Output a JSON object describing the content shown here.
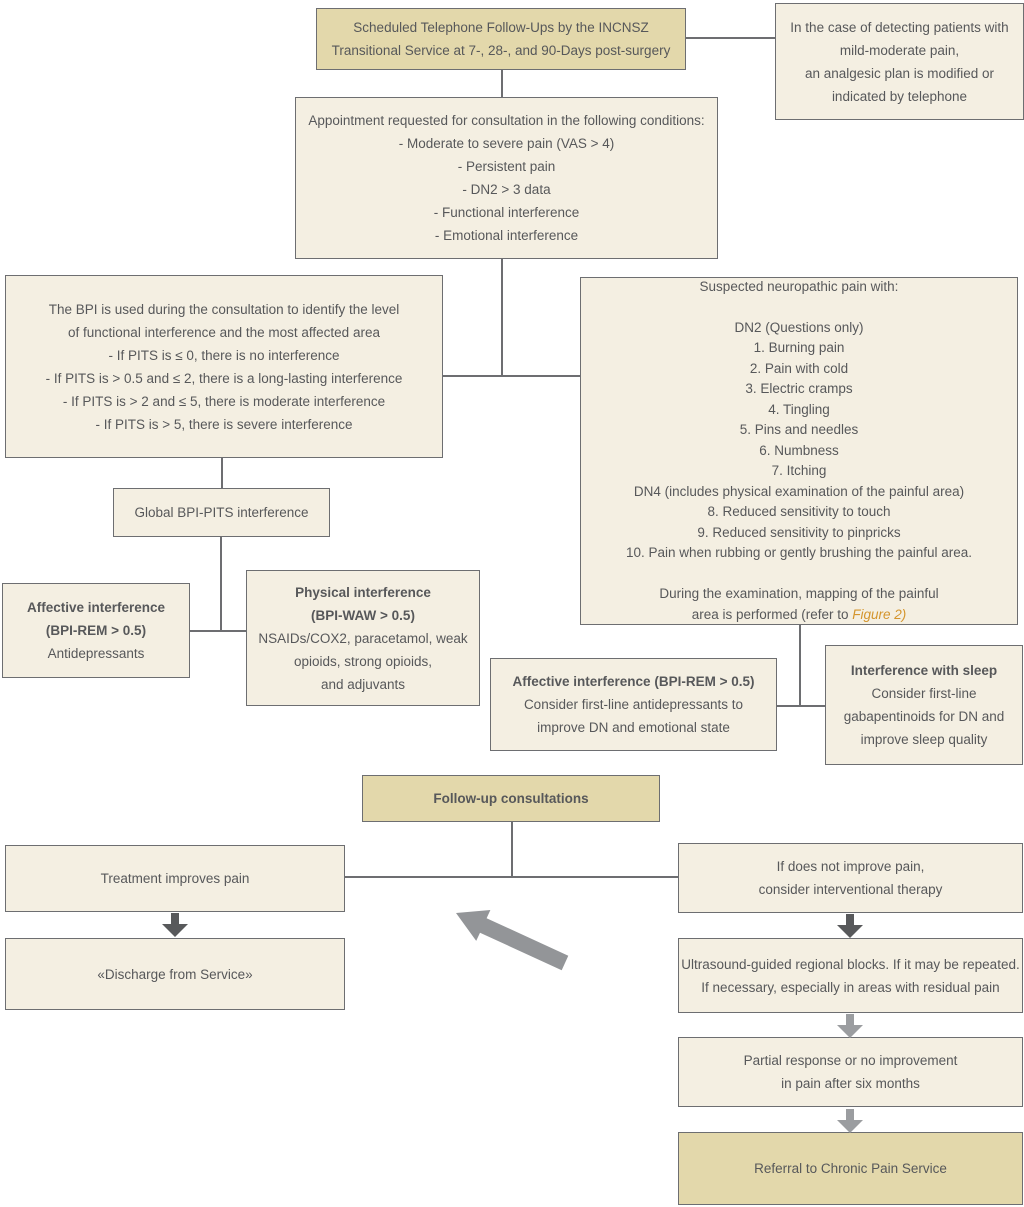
{
  "colors": {
    "box_tan": "#e3d8ab",
    "box_cream": "#f4efe2",
    "border_gray": "#6d6e71",
    "text_gray": "#57585a",
    "figure_link_orange": "#d4952d",
    "arrow_dark": "#58595b",
    "arrow_light": "#9b9da0"
  },
  "boxes": {
    "scheduled": {
      "lines": [
        "Scheduled Telephone Follow-Ups by the INCNSZ",
        "Transitional Service at 7-, 28-, and 90-Days post-surgery"
      ]
    },
    "detect": {
      "lines": [
        "In the case of detecting patients with",
        "mild-moderate pain,",
        "an analgesic plan is modified or",
        "indicated by telephone"
      ]
    },
    "appointment": {
      "lines": [
        "Appointment requested for consultation in the following conditions:",
        "- Moderate to severe pain (VAS > 4)",
        "- Persistent pain",
        "- DN2 > 3 data",
        "- Functional interference",
        "- Emotional interference"
      ]
    },
    "bpi": {
      "lines": [
        "The BPI is used during the consultation to identify the level",
        "of functional interference and the most affected area",
        "- If PITS is ≤ 0, there is no interference",
        "- If PITS is > 0.5 and ≤ 2, there is a long-lasting interference",
        "- If PITS is > 2 and ≤ 5, there is moderate interference",
        "- If PITS is > 5, there is severe interference"
      ]
    },
    "suspected": {
      "lines": [
        "Suspected neuropathic pain with:",
        "",
        "DN2 (Questions only)",
        "1. Burning pain",
        "2. Pain with cold",
        "3. Electric cramps",
        "4. Tingling",
        "5. Pins and needles",
        "6. Numbness",
        "7. Itching",
        "DN4 (includes physical examination of the painful area)",
        "8. Reduced sensitivity to touch",
        "9. Reduced sensitivity to pinpricks",
        "10. Pain when rubbing or gently brushing the painful area.",
        "",
        "During the examination, mapping of the painful"
      ],
      "refer_prefix": "area is performed (refer to ",
      "figure_link": "Figure 2)"
    },
    "global_pits": {
      "label": "Global BPI-PITS interference"
    },
    "affective_left": {
      "bold_lines": [
        "Affective interference",
        "(BPI-REM > 0.5)"
      ],
      "lines": [
        "Antidepressants"
      ]
    },
    "physical": {
      "bold_lines": [
        "Physical interference",
        "(BPI-WAW > 0.5)"
      ],
      "lines": [
        "NSAIDs/COX2, paracetamol, weak",
        "opioids, strong opioids,",
        "and adjuvants"
      ]
    },
    "affective_right": {
      "bold_lines": [
        "Affective interference (BPI-REM > 0.5)"
      ],
      "lines": [
        "Consider first-line antidepressants to",
        "improve DN and emotional state"
      ]
    },
    "sleep": {
      "bold_lines": [
        "Interference with sleep"
      ],
      "lines": [
        "Consider first-line",
        "gabapentinoids for DN and",
        "improve sleep quality"
      ]
    },
    "followup": {
      "label": "Follow-up consultations"
    },
    "treatment": {
      "label": "Treatment improves pain"
    },
    "discharge": {
      "label": "«Discharge from Service»"
    },
    "not_improve": {
      "lines": [
        "If does not improve pain,",
        "consider interventional therapy"
      ]
    },
    "ultrasound": {
      "lines": [
        "Ultrasound-guided regional blocks. If it may be repeated.",
        "If necessary, especially in areas with residual pain"
      ]
    },
    "partial": {
      "lines": [
        "Partial response or no improvement",
        "in pain after six months"
      ]
    },
    "referral": {
      "label": "Referral to Chronic Pain Service"
    }
  }
}
